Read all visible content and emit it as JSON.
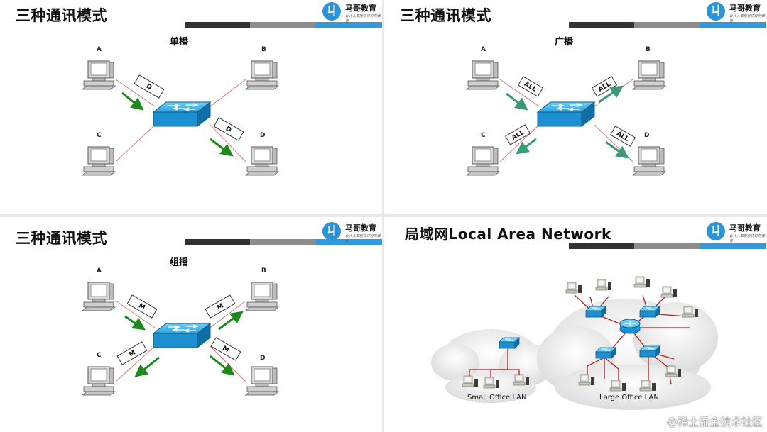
{
  "slides": [
    {
      "title": "三种通讯模式",
      "subtitle": "单播",
      "packet": "D",
      "mode": "unicast"
    },
    {
      "title": "三种通讯模式",
      "subtitle": "广播",
      "packet": "ALL",
      "mode": "broadcast"
    },
    {
      "title": "三种通讯模式",
      "subtitle": "组播",
      "packet": "M",
      "mode": "multicast"
    },
    {
      "title": "局域网Local Area Network",
      "lan": {
        "small": "Small Office LAN",
        "large": "Large Office LAN"
      }
    }
  ],
  "hosts": {
    "a": "A",
    "b": "B",
    "c": "C",
    "d": "D"
  },
  "logo": {
    "name": "马哥教育",
    "tagline": "让人人都能获得好的教育"
  },
  "watermark": "@稀土掘金技术社区",
  "colors": {
    "accent": "#3399dd",
    "arrow_green": "#1e8a1e",
    "arrow_teal": "#3a9a78",
    "link": "#d77b7b",
    "switch": "#1b8fcf"
  }
}
